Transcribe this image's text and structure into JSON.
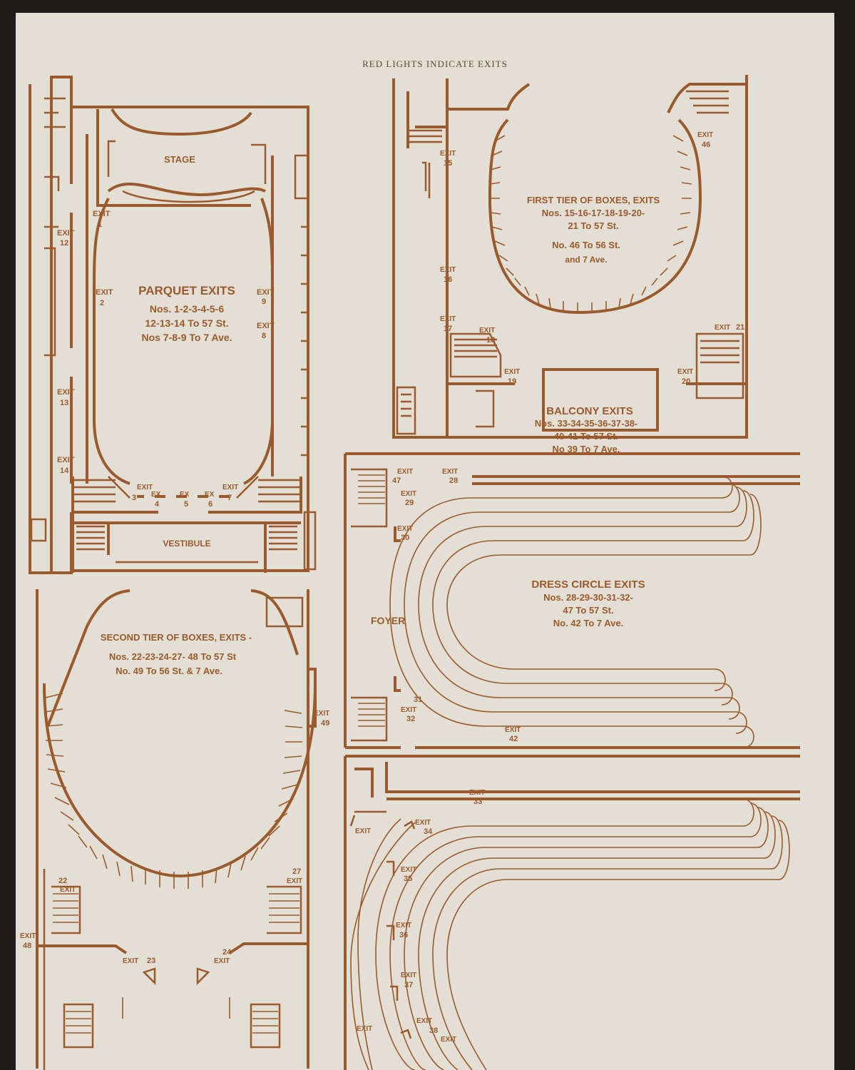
{
  "header": "RED LIGHTS INDICATE EXITS",
  "colors": {
    "paper": "#e3dfd4",
    "ink": "#9a5a2d",
    "background": "#1f1d1b"
  },
  "parquet": {
    "title": "PARQUET EXITS",
    "line1": "Nos. 1-2-3-4-5-6",
    "line2": "12-13-14 To 57 St.",
    "line3": "Nos 7-8-9 To 7 Ave.",
    "stage": "STAGE",
    "vestibule": "VESTIBULE",
    "exit_word": "EXIT",
    "ex_word": "EX",
    "nums": [
      "1",
      "2",
      "3",
      "4",
      "5",
      "6",
      "7",
      "8",
      "9",
      "12",
      "13",
      "14"
    ]
  },
  "first_tier": {
    "line1": "FIRST TIER OF BOXES, EXITS",
    "line2": "Nos. 15-16-17-18-19-20-",
    "line3": "21 To 57 St.",
    "line4": "No. 46 To 56 St.",
    "line5": "and 7 Ave.",
    "exit_word": "EXIT",
    "nums": [
      "15",
      "16",
      "17",
      "18",
      "19",
      "20",
      "21",
      "46"
    ]
  },
  "second_tier": {
    "line1": "SECOND TIER OF BOXES, EXITS -",
    "line2": "Nos. 22-23-24-27- 48 To 57 St",
    "line3": "No. 49 To 56 St. & 7 Ave.",
    "exit_word": "EXIT",
    "nums": [
      "22",
      "23",
      "24",
      "27",
      "48",
      "49"
    ]
  },
  "dress_circle": {
    "line1": "DRESS CIRCLE EXITS",
    "line2": "Nos. 28-29-30-31-32-",
    "line3": "47 To 57 St.",
    "line4": "No. 42 To 7 Ave.",
    "foyer": "FOYER",
    "exit_word": "EXIT",
    "nums": [
      "28",
      "29",
      "30",
      "31",
      "32",
      "42",
      "47"
    ]
  },
  "balcony": {
    "line1": "BALCONY EXITS",
    "line2": "Nos. 33-34-35-36-37-38-",
    "line3": "40-41 To 57 St.",
    "line4": "No 39 To 7 Ave.",
    "exit_word": "EXIT",
    "nums": [
      "33",
      "34",
      "35",
      "36",
      "37",
      "38"
    ]
  }
}
